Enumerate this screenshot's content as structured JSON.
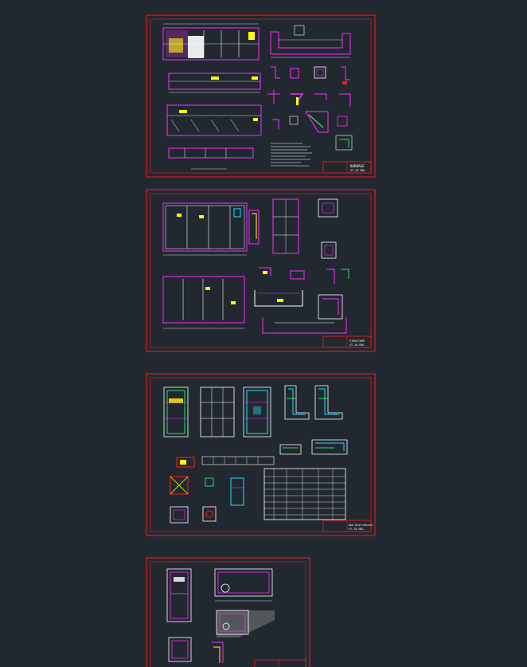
{
  "app": {
    "background": "#212830"
  },
  "colors": {
    "frame": "#ff1a1a",
    "primary": "#ff2bff",
    "line": "#ffffff",
    "accent": "#ffff00",
    "green": "#27e05a",
    "cyan": "#20e0ff"
  },
  "sheets": [
    {
      "id": "sheet-1",
      "title": "BARRAGE",
      "subtitle": "ST-10 ENG"
    },
    {
      "id": "sheet-2",
      "title": "STRUCTURE",
      "subtitle": "ST-10 ENG"
    },
    {
      "id": "sheet-3",
      "title": "Akw Distributor",
      "subtitle": "ST-10 ENG"
    },
    {
      "id": "sheet-4",
      "title": "",
      "subtitle": ""
    }
  ]
}
